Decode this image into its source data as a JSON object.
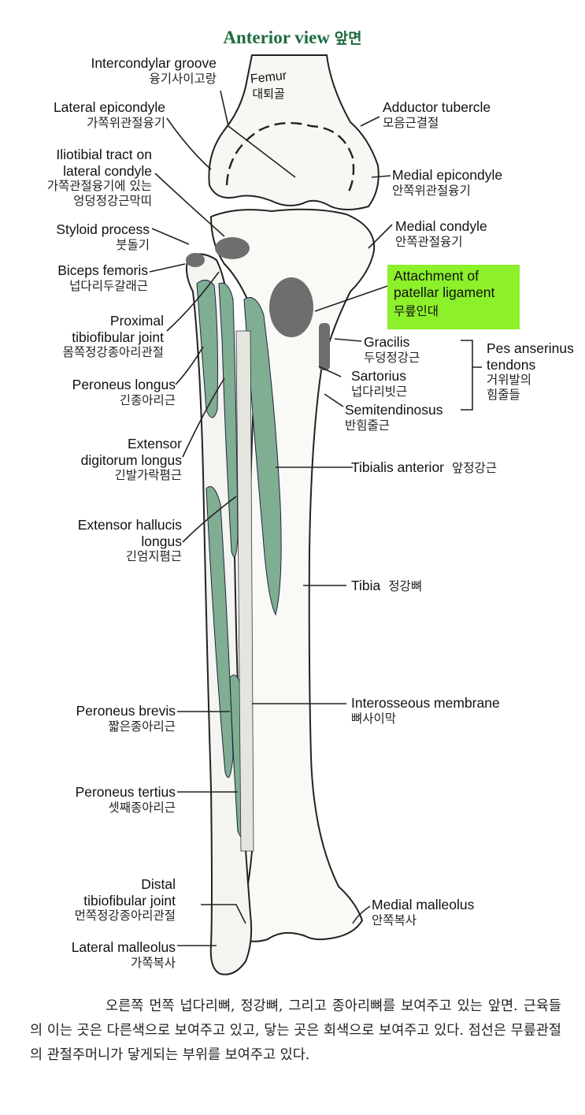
{
  "title": {
    "en": "Anterior view",
    "ko": "앞면"
  },
  "femur": {
    "en": "Femur",
    "ko": "대퇴골"
  },
  "labels_left": {
    "intercondylar_groove": {
      "en": "Intercondylar groove",
      "ko": "융기사이고랑"
    },
    "lateral_epicondyle": {
      "en": "Lateral epicondyle",
      "ko": "가쪽위관절융기"
    },
    "iliotibial_tract": {
      "en1": "Iliotibial tract on",
      "en2": "lateral condyle",
      "ko1": "가쪽관절융기에 있는",
      "ko2": "엉덩정강근막띠"
    },
    "styloid_process": {
      "en": "Styloid process",
      "ko": "붓돌기"
    },
    "biceps_femoris": {
      "en": "Biceps femoris",
      "ko": "넙다리두갈래근"
    },
    "proximal_tibiofibular": {
      "en1": "Proximal",
      "en2": "tibiofibular joint",
      "ko": "몸쪽정강종아리관절"
    },
    "peroneus_longus": {
      "en": "Peroneus longus",
      "ko": "긴종아리근"
    },
    "extensor_digitorum": {
      "en1": "Extensor",
      "en2": "digitorum longus",
      "ko": "긴발가락폄근"
    },
    "extensor_hallucis": {
      "en1": "Extensor hallucis",
      "en2": "longus",
      "ko": "긴엄지폄근"
    },
    "peroneus_brevis": {
      "en": "Peroneus brevis",
      "ko": "짧은종아리근"
    },
    "peroneus_tertius": {
      "en": "Peroneus tertius",
      "ko": "셋째종아리근"
    },
    "distal_tibiofibular": {
      "en1": "Distal",
      "en2": "tibiofibular joint",
      "ko": "먼쪽정강종아리관절"
    },
    "lateral_malleolus": {
      "en": "Lateral malleolus",
      "ko": "가쪽복사"
    }
  },
  "labels_right": {
    "adductor_tubercle": {
      "en": "Adductor tubercle",
      "ko": "모음근결절"
    },
    "medial_epicondyle": {
      "en": "Medial epicondyle",
      "ko": "안쪽위관절융기"
    },
    "medial_condyle": {
      "en": "Medial condyle",
      "ko": "안쪽관절융기"
    },
    "patellar_ligament": {
      "en1": "Attachment of",
      "en2": "patellar ligament",
      "ko": "무릎인대"
    },
    "gracilis": {
      "en": "Gracilis",
      "ko": "두덩정강근"
    },
    "sartorius": {
      "en": "Sartorius",
      "ko": "넙다리빗근"
    },
    "semitendinosus": {
      "en": "Semitendinosus",
      "ko": "반힘줄근"
    },
    "pes_anserinus": {
      "en1": "Pes anserinus",
      "en2": "tendons",
      "ko1": "거위발의",
      "ko2": "힘줄들"
    },
    "tibialis_anterior": {
      "en": "Tibialis anterior",
      "ko": "앞정강근"
    },
    "tibia": {
      "en": "Tibia",
      "ko": "정강뼈"
    },
    "interosseous_membrane": {
      "en": "Interosseous membrane",
      "ko": "뼈사이막"
    },
    "medial_malleolus": {
      "en": "Medial malleolus",
      "ko": "안쪽복사"
    }
  },
  "caption": "오른쪽 먼쪽 넙다리뼈, 정강뼈, 그리고 종아리뼈를 보여주고 있는 앞면. 근육들의 이는 곳은 다른색으로 보여주고 있고, 닿는 곳은 회색으로 보여주고 있다. 점선은 무릎관절의 관절주머니가 닿게되는 부위를 보여주고 있다.",
  "colors": {
    "title": "#1e6b3f",
    "muscle_origin": "#7fae93",
    "insertion": "#6e6e6e",
    "highlight": "#8cf02a"
  }
}
